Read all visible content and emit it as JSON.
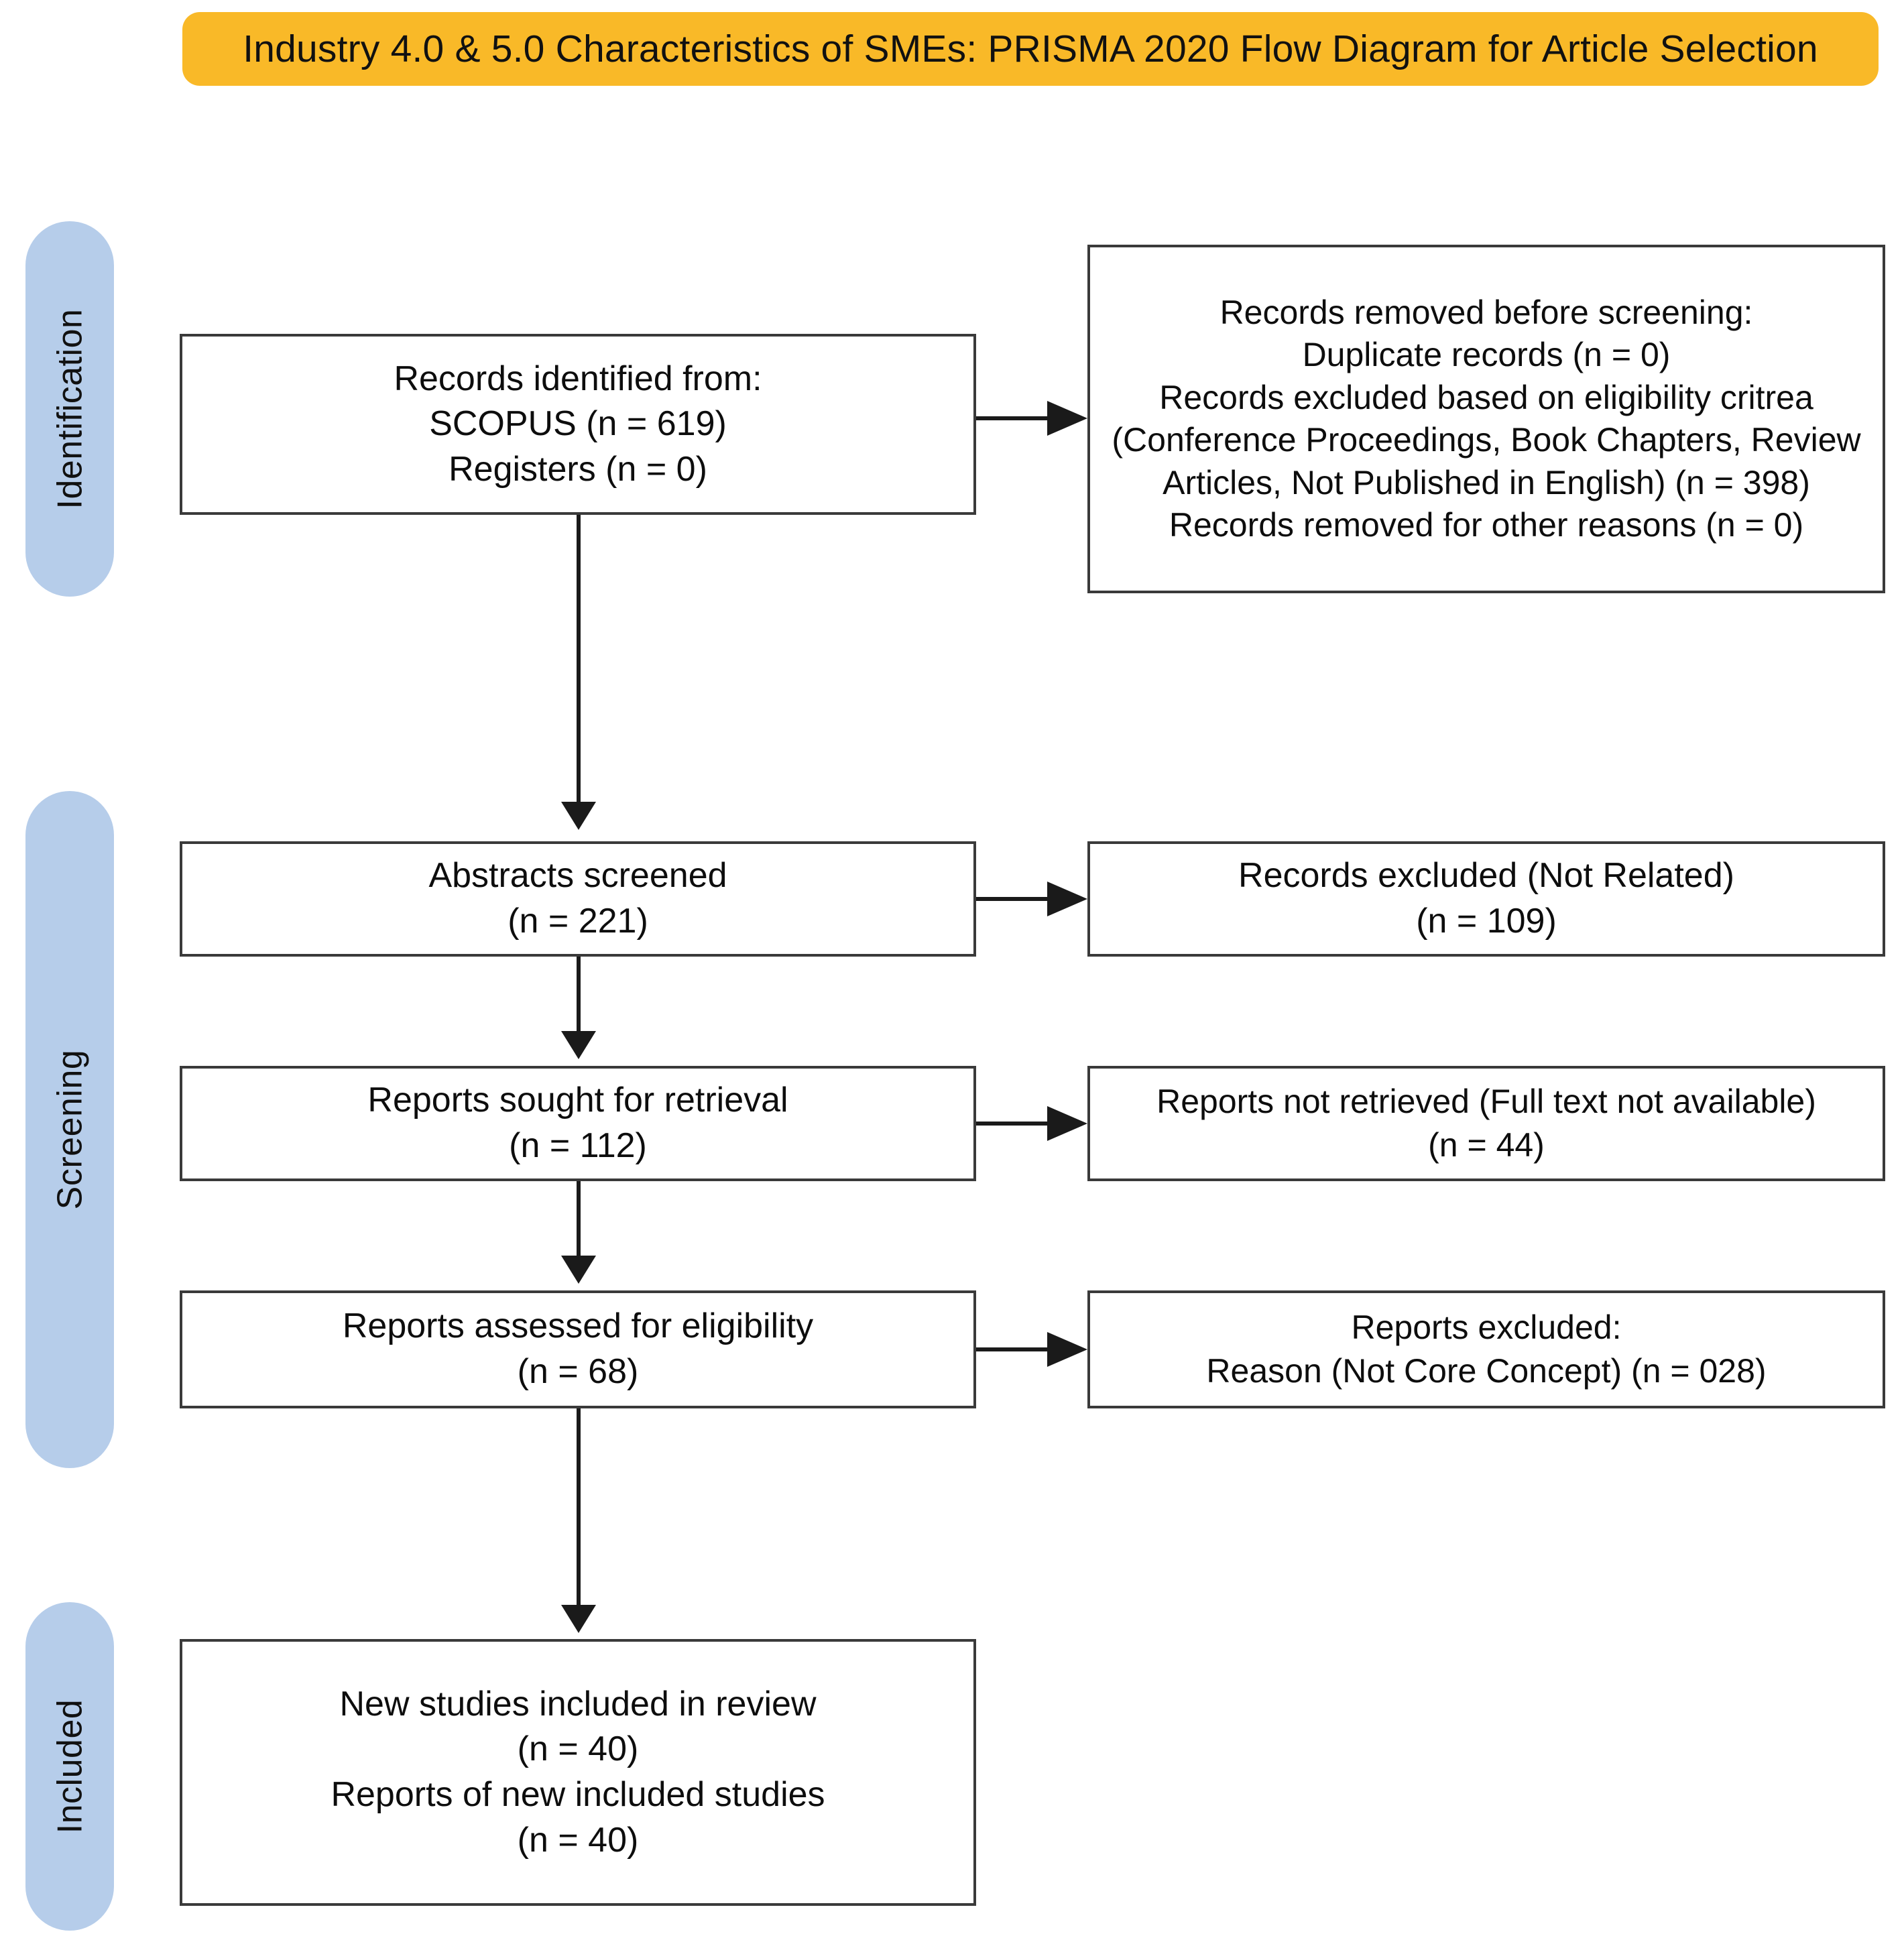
{
  "title": {
    "text": "Industry 4.0 & 5.0 Characteristics of SMEs: PRISMA 2020 Flow Diagram for Article Selection",
    "banner_color": "#F9B928"
  },
  "stages": [
    {
      "id": "identification",
      "label": "Identification",
      "color": "#B6CDEA"
    },
    {
      "id": "screening",
      "label": "Screening",
      "color": "#B6CDEA"
    },
    {
      "id": "included",
      "label": "Included",
      "color": "#B6CDEA"
    }
  ],
  "flow": {
    "identification": {
      "main_box": "Records identified from:\nSCOPUS (n = 619)\nRegisters (n = 0)",
      "side_box": "Records removed before screening:\nDuplicate records (n = 0)\nRecords excluded based on eligibility critrea (Conference Proceedings, Book Chapters, Review Articles, Not Published in English) (n = 398)\nRecords removed for other reasons (n = 0)"
    },
    "screening": {
      "abstracts_box": "Abstracts screened\n(n = 221)",
      "abstracts_side_box": "Records excluded (Not Related)\n(n = 109)",
      "sought_box": "Reports sought for retrieval\n(n = 112)",
      "sought_side_box": "Reports not retrieved (Full text not available)\n(n = 44)",
      "assessed_box": "Reports assessed for eligibility\n(n = 68)",
      "assessed_side_box": "Reports excluded:\nReason (Not Core Concept) (n =  028)"
    },
    "included": {
      "main_box": "New studies included in review\n(n = 40)\nReports of new included studies\n(n = 40)"
    }
  },
  "chart_data": {
    "type": "diagram",
    "title": "Industry 4.0 & 5.0 Characteristics of SMEs: PRISMA 2020 Flow Diagram for Article Selection",
    "nodes": [
      {
        "id": "identified",
        "stage": "Identification",
        "label": "Records identified from",
        "values": {
          "SCOPUS": 619,
          "Registers": 0
        }
      },
      {
        "id": "removed_before_screening",
        "stage": "Identification",
        "label": "Records removed before screening",
        "values": {
          "Duplicate records": 0,
          "Records excluded based on eligibility critrea (Conference Proceedings, Book Chapters, Review Articles, Not Published in English)": 398,
          "Records removed for other reasons": 0
        }
      },
      {
        "id": "abstracts_screened",
        "stage": "Screening",
        "label": "Abstracts screened",
        "values": {
          "n": 221
        }
      },
      {
        "id": "records_excluded_not_related",
        "stage": "Screening",
        "label": "Records excluded (Not Related)",
        "values": {
          "n": 109
        }
      },
      {
        "id": "reports_sought",
        "stage": "Screening",
        "label": "Reports sought for retrieval",
        "values": {
          "n": 112
        }
      },
      {
        "id": "reports_not_retrieved",
        "stage": "Screening",
        "label": "Reports not retrieved (Full text not available)",
        "values": {
          "n": 44
        }
      },
      {
        "id": "reports_assessed",
        "stage": "Screening",
        "label": "Reports assessed for eligibility",
        "values": {
          "n": 68
        }
      },
      {
        "id": "reports_excluded",
        "stage": "Screening",
        "label": "Reports excluded: Reason (Not Core Concept)",
        "values": {
          "n": 28
        }
      },
      {
        "id": "new_studies_included",
        "stage": "Included",
        "label": "New studies included in review / Reports of new included studies",
        "values": {
          "New studies included in review": 40,
          "Reports of new included studies": 40
        }
      }
    ],
    "edges": [
      {
        "from": "identified",
        "to": "removed_before_screening",
        "direction": "right"
      },
      {
        "from": "identified",
        "to": "abstracts_screened",
        "direction": "down"
      },
      {
        "from": "abstracts_screened",
        "to": "records_excluded_not_related",
        "direction": "right"
      },
      {
        "from": "abstracts_screened",
        "to": "reports_sought",
        "direction": "down"
      },
      {
        "from": "reports_sought",
        "to": "reports_not_retrieved",
        "direction": "right"
      },
      {
        "from": "reports_sought",
        "to": "reports_assessed",
        "direction": "down"
      },
      {
        "from": "reports_assessed",
        "to": "reports_excluded",
        "direction": "right"
      },
      {
        "from": "reports_assessed",
        "to": "new_studies_included",
        "direction": "down"
      }
    ]
  }
}
